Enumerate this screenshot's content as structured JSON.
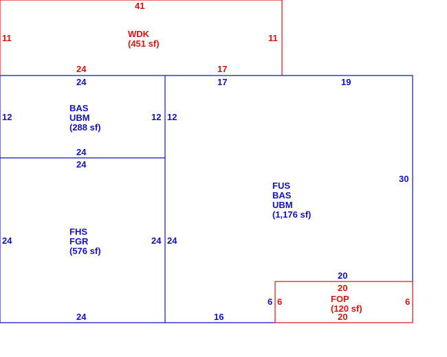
{
  "colors": {
    "deck_red": "#dd1111",
    "building_blue": "#1111bb"
  },
  "areas": {
    "wdk": {
      "lines": [
        "WDK",
        "(451 sf)"
      ],
      "dims": {
        "top": "41",
        "left": "11",
        "right": "11",
        "bottom_left": "24",
        "bottom_right": "17"
      }
    },
    "bas_upper": {
      "lines": [
        "BAS",
        "UBM",
        "(288 sf)"
      ],
      "dims": {
        "top": "24",
        "left": "12",
        "right": "12",
        "bottom": "24"
      }
    },
    "fhs": {
      "lines": [
        "FHS",
        "FGR",
        "(576 sf)"
      ],
      "dims": {
        "top": "24",
        "left": "24",
        "right": "24",
        "bottom": "24"
      }
    },
    "fus": {
      "lines": [
        "FUS",
        "BAS",
        "UBM",
        "(1,176 sf)"
      ],
      "dims": {
        "top_left": "17",
        "top_right": "19",
        "left_upper": "12",
        "left_lower": "24",
        "right": "30",
        "above_porch": "20",
        "porch_left": "6",
        "bottom": "16"
      }
    },
    "fop": {
      "lines": [
        "FOP",
        "(120 sf)"
      ],
      "dims": {
        "top": "20",
        "left": "6",
        "right": "6",
        "bottom": "20"
      }
    }
  }
}
